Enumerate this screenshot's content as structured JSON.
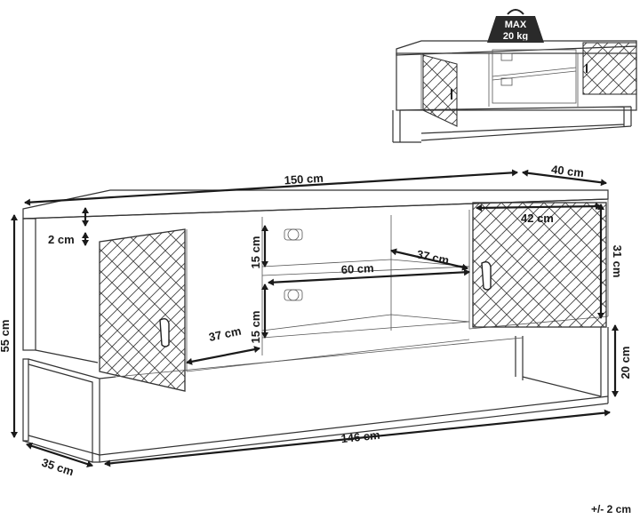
{
  "weight_badge": {
    "line1": "MAX",
    "line2": "20 kg"
  },
  "dimensions": {
    "top_width": "150 cm",
    "depth": "40 cm",
    "top_thickness": "2 cm",
    "door_width": "42 cm",
    "shelf_height_upper": "15 cm",
    "shelf_depth_upper": "37 cm",
    "shelf_width": "60 cm",
    "shelf_height_lower": "15 cm",
    "shelf_depth_lower": "37 cm",
    "total_height": "55 cm",
    "cabinet_height": "31 cm",
    "leg_height": "20 cm",
    "base_width": "146 cm",
    "base_depth": "35 cm"
  },
  "tolerance": "+/- 2 cm"
}
